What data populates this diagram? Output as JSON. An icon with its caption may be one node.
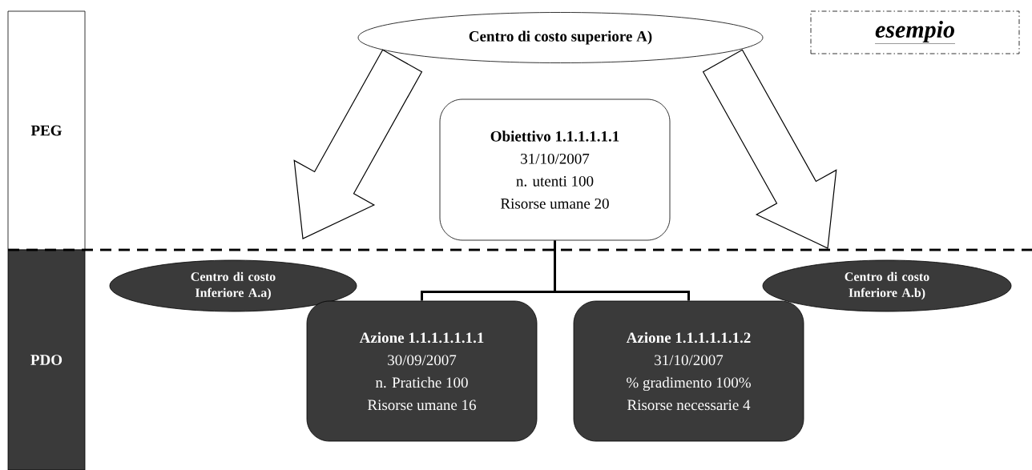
{
  "diagram": {
    "nodes": [
      {
        "text": [
          "PEG"
        ]
      },
      {
        "text": [
          "PDO"
        ]
      },
      {
        "text": [
          "Centro di costo superiore A)"
        ]
      },
      {
        "text": [
          "esempio"
        ]
      },
      {
        "text": [
          "Obiettivo 1.1.1.1.1.1",
          "31/10/2007",
          "n. utenti 100",
          "Risorse umane 20"
        ]
      },
      {
        "text": [
          "Centro di costo Inferiore A.a)"
        ]
      },
      {
        "text": [
          "Centro di costo Inferiore A.b)"
        ]
      },
      {
        "text": [
          "Azione 1.1.1.1.1.1.1",
          "30/09/2007",
          "n. Pratiche 100",
          "Risorse umane 16"
        ]
      },
      {
        "text": [
          "Azione 1.1.1.1.1.1.2",
          "31/10/2007",
          "% gradimento 100%",
          "Risorse necessarie 4"
        ]
      }
    ],
    "edges": [
      {
        "from": 2,
        "to": 5,
        "arrow": "to"
      },
      {
        "from": 2,
        "to": 6,
        "arrow": "to"
      },
      {
        "from": 4,
        "to": 7,
        "arrow": "none"
      },
      {
        "from": 4,
        "to": 8,
        "arrow": "none"
      }
    ]
  }
}
